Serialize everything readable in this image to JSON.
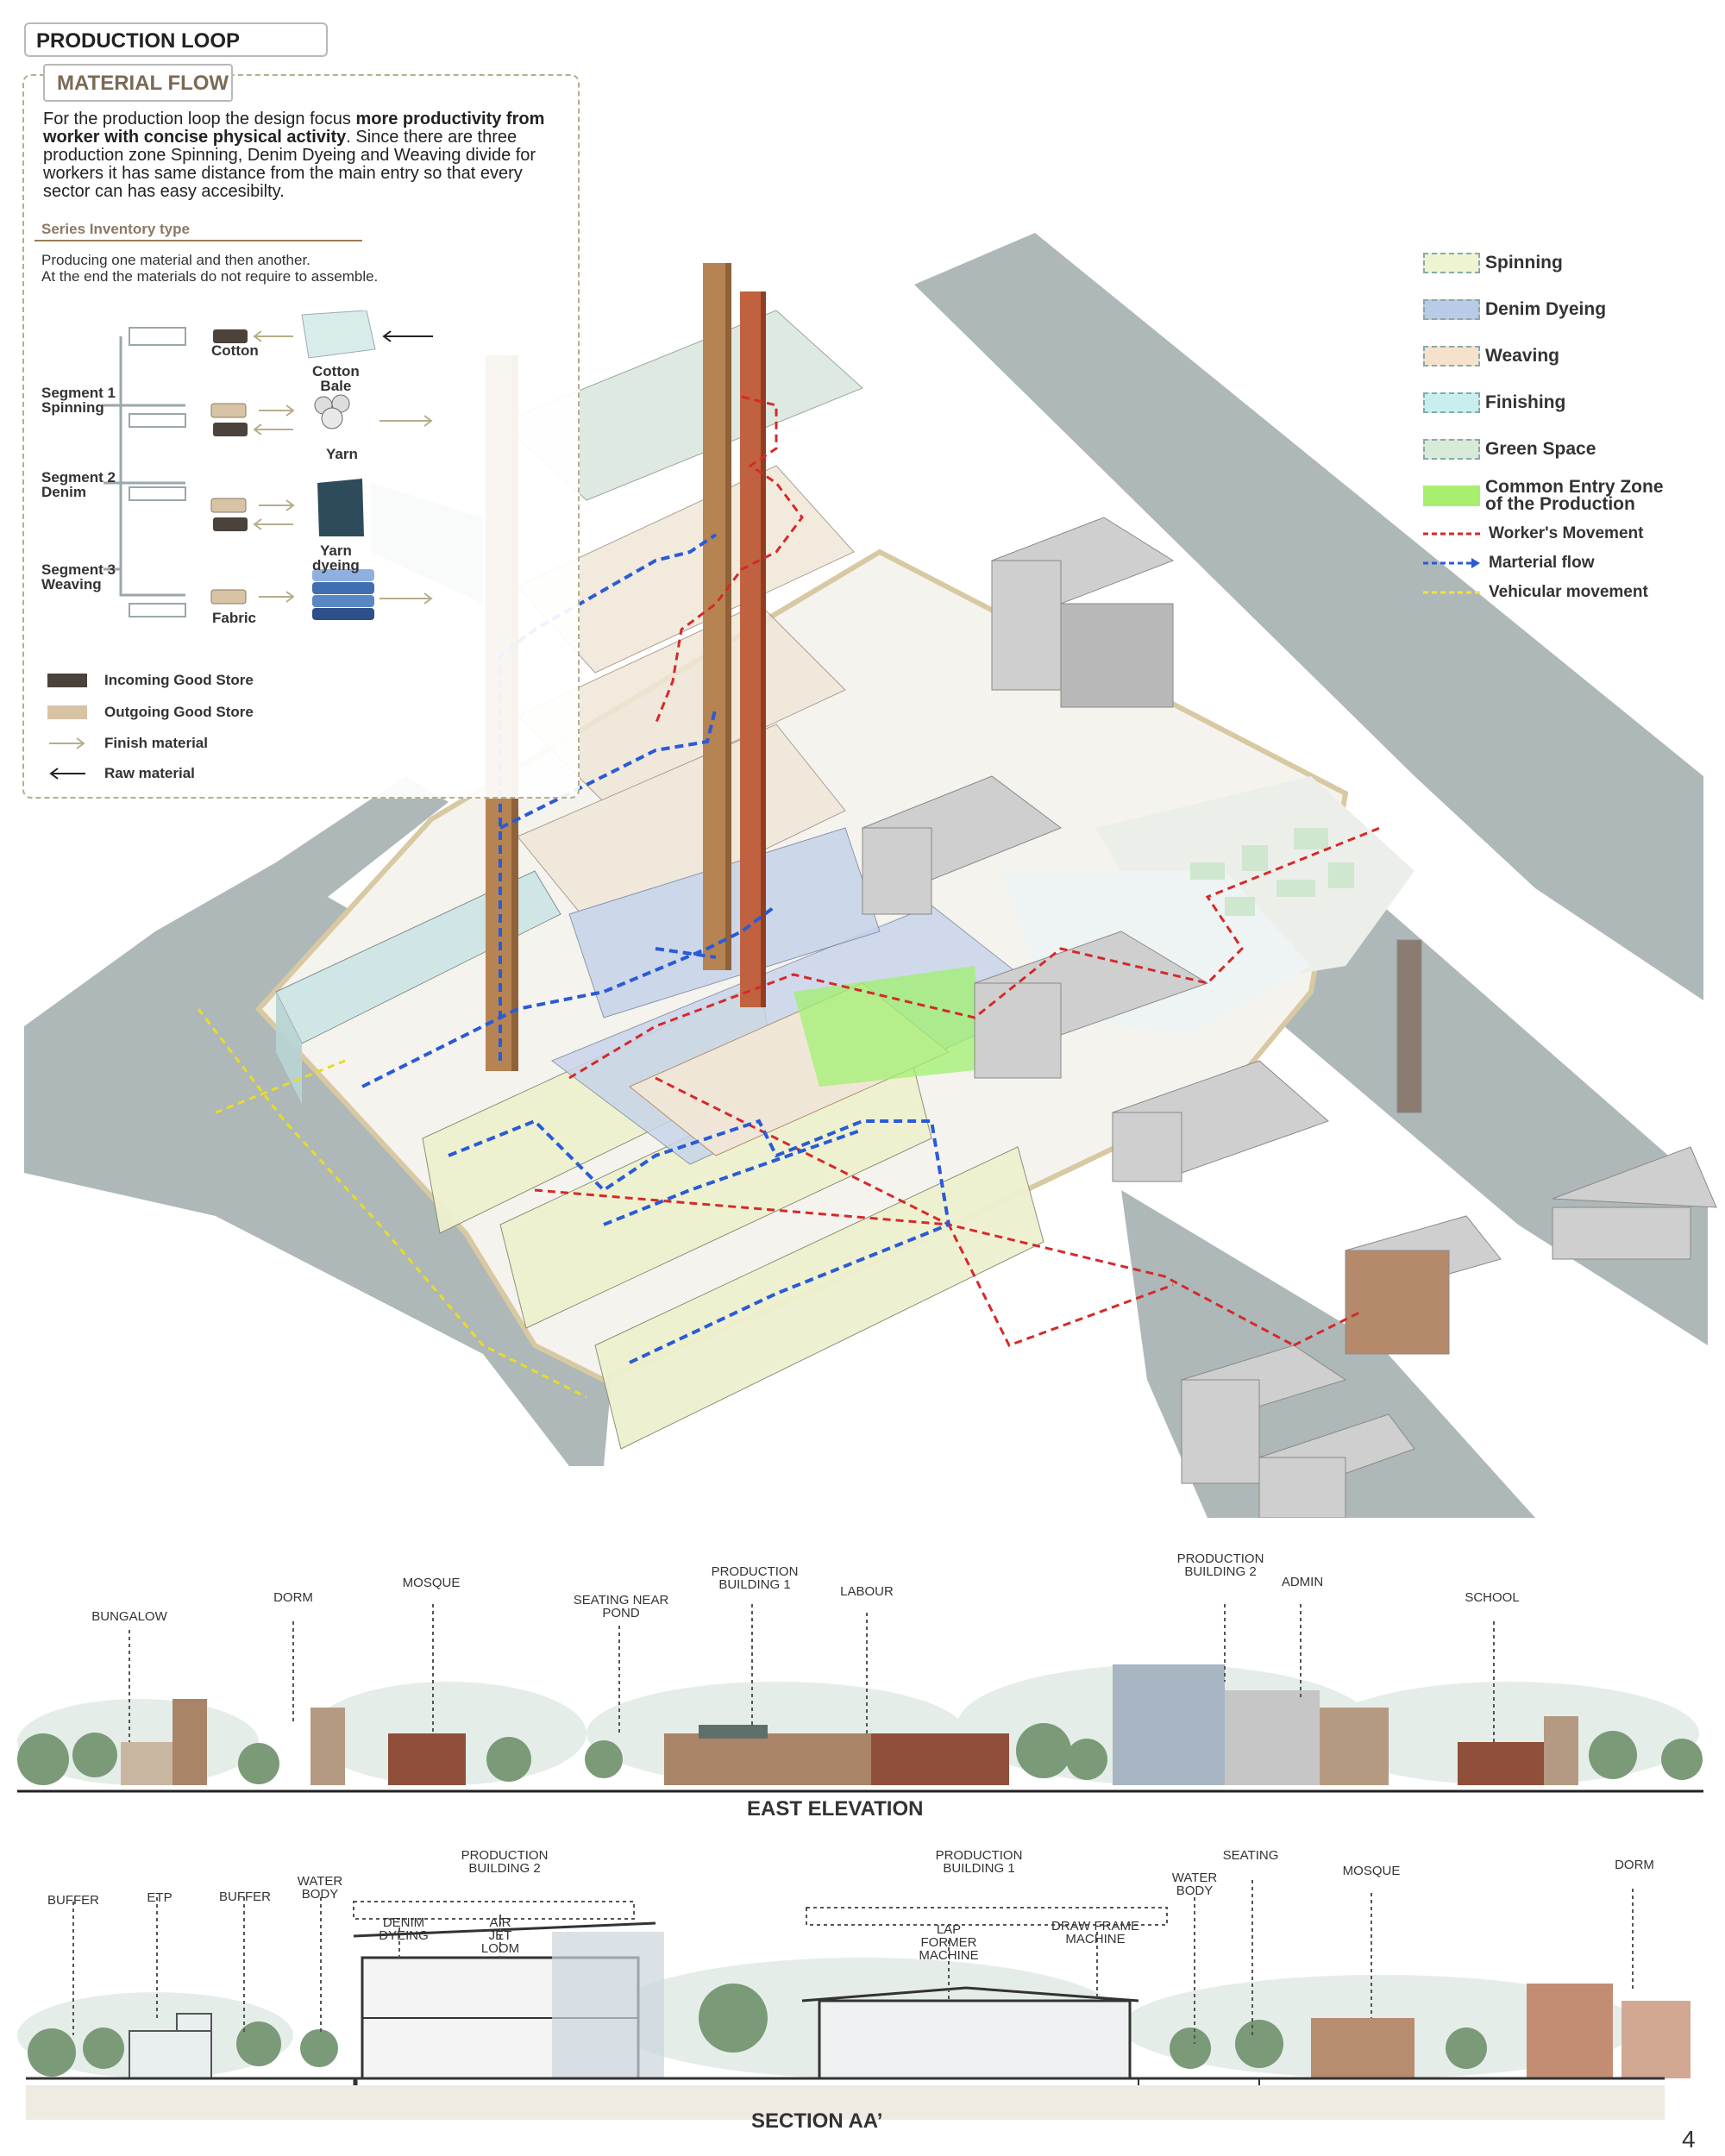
{
  "header": {
    "title": "PRODUCTION LOOP"
  },
  "material_flow": {
    "title": "MATERIAL FLOW",
    "intro_part1": "For the production loop the design focus ",
    "intro_bold": "more productivity from worker with concise physical activity",
    "intro_part2": ".  Since there are three production zone Spinning, Denim Dyeing and Weaving divide for workers it has same distance from the main entry so that every sector can has easy accesibilty.",
    "inventory_title": "Series Inventory type",
    "inventory_desc_line1": "Producing one material and then another.",
    "inventory_desc_line2": "At the end the materials do not require to assemble."
  },
  "segments": [
    {
      "line1": "Segment 1",
      "line2": "Spinning"
    },
    {
      "line1": "Segment 2",
      "line2": "Denim"
    },
    {
      "line1": "Segment 3",
      "line2": "Weaving"
    }
  ],
  "materials": {
    "cotton": "Cotton",
    "cotton_bale_1": "Cotton",
    "cotton_bale_2": "Bale",
    "yarn": "Yarn",
    "yarn_dyeing_1": "Yarn",
    "yarn_dyeing_2": "dyeing",
    "fabric": "Fabric"
  },
  "store_legend": [
    {
      "label": "Incoming Good Store",
      "color": "#4a423b",
      "icon": "dark-store-swatch"
    },
    {
      "label": "Outgoing Good Store",
      "color": "#d9c3a5",
      "icon": "light-store-swatch"
    },
    {
      "label": "Finish material",
      "icon": "arrow-right-icon"
    },
    {
      "label": "Raw material",
      "icon": "arrow-left-icon"
    }
  ],
  "zone_legend": [
    {
      "label": "Spinning",
      "color": "#eef4cf"
    },
    {
      "label": "Denim Dyeing",
      "color": "#b9cbe6"
    },
    {
      "label": "Weaving",
      "color": "#f6e2cc"
    },
    {
      "label": "Finishing",
      "color": "#c9eeee"
    },
    {
      "label": "Green Space",
      "color": "#d8ebd8"
    },
    {
      "label_line1": "Common Entry Zone",
      "label_line2": "of the Production",
      "color": "#a8ee6f"
    }
  ],
  "line_legend": [
    {
      "label": "Worker's Movement",
      "color": "#d42a2a",
      "style": "dashed"
    },
    {
      "label": "Marterial flow",
      "color": "#2a5bd6",
      "style": "dash-arrow"
    },
    {
      "label": "Vehicular movement",
      "color": "#f0e33a",
      "style": "dashed"
    }
  ],
  "east_elevation": {
    "title": "EAST ELEVATION",
    "labels": {
      "bungalow": "BUNGALOW",
      "dorm": "DORM",
      "mosque": "MOSQUE",
      "seating_1": "SEATING NEAR",
      "seating_2": "POND",
      "pb1_1": "PRODUCTION",
      "pb1_2": "BUILDING 1",
      "labour": "LABOUR",
      "pb2_1": "PRODUCTION",
      "pb2_2": "BUILDING 2",
      "admin": "ADMIN",
      "school": "SCHOOL"
    }
  },
  "section_aa": {
    "title": "SECTION AA’",
    "labels": {
      "buffer_1": "BUFFER",
      "etp": "ETP",
      "buffer_2": "BUFFER",
      "water_1": "WATER",
      "water_2": "BODY",
      "pb2_1": "PRODUCTION",
      "pb2_2": "BUILDING 2",
      "denim_1": "DENIM",
      "denim_2": "DYEING",
      "air_1": "AIR",
      "air_2": "JET",
      "air_3": "LOOM",
      "pb1_1": "PRODUCTION",
      "pb1_2": "BUILDING 1",
      "lap_1": "LAP",
      "lap_2": "FORMER",
      "lap_3": "MACHINE",
      "draw_1": "DRAW FRAME",
      "draw_2": "MACHINE",
      "wb2_1": "WATER",
      "wb2_2": "BODY",
      "seating": "SEATING",
      "mosque": "MOSQUE",
      "dorm": "DORM"
    }
  },
  "page_number": "4"
}
